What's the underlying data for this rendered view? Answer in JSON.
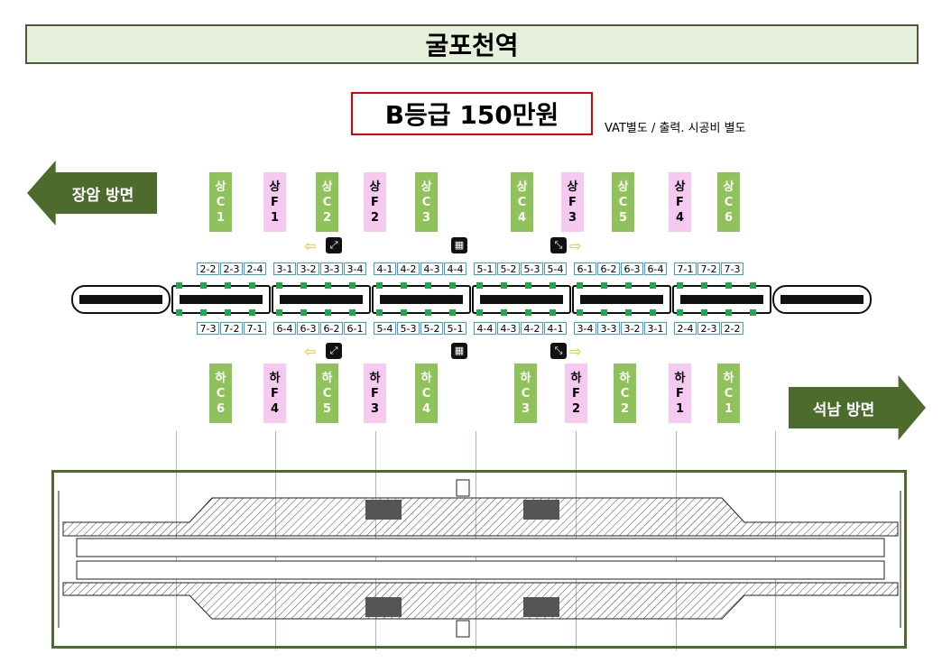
{
  "title": "굴포천역",
  "grade": "B등급 150만원",
  "grade_note": "VAT별도 / 출력. 시공비 별도",
  "direction_left": "장암 방면",
  "direction_right": "석남 방면",
  "top_ads": [
    {
      "text": [
        "상",
        "C",
        "1"
      ],
      "type": "c"
    },
    {
      "text": [
        "상",
        "F",
        "1"
      ],
      "type": "f"
    },
    {
      "text": [
        "상",
        "C",
        "2"
      ],
      "type": "c"
    },
    {
      "text": [
        "상",
        "F",
        "2"
      ],
      "type": "f"
    },
    {
      "text": [
        "상",
        "C",
        "3"
      ],
      "type": "c"
    },
    {
      "text": [
        "상",
        "C",
        "4"
      ],
      "type": "c"
    },
    {
      "text": [
        "상",
        "F",
        "3"
      ],
      "type": "f"
    },
    {
      "text": [
        "상",
        "C",
        "5"
      ],
      "type": "c"
    },
    {
      "text": [
        "상",
        "F",
        "4"
      ],
      "type": "f"
    },
    {
      "text": [
        "상",
        "C",
        "6"
      ],
      "type": "c"
    }
  ],
  "bottom_ads": [
    {
      "text": [
        "하",
        "C",
        "6"
      ],
      "type": "c"
    },
    {
      "text": [
        "하",
        "F",
        "4"
      ],
      "type": "f"
    },
    {
      "text": [
        "하",
        "C",
        "5"
      ],
      "type": "c"
    },
    {
      "text": [
        "하",
        "F",
        "3"
      ],
      "type": "f"
    },
    {
      "text": [
        "하",
        "C",
        "4"
      ],
      "type": "c"
    },
    {
      "text": [
        "하",
        "C",
        "3"
      ],
      "type": "c"
    },
    {
      "text": [
        "하",
        "F",
        "2"
      ],
      "type": "f"
    },
    {
      "text": [
        "하",
        "C",
        "2"
      ],
      "type": "c"
    },
    {
      "text": [
        "하",
        "F",
        "1"
      ],
      "type": "f"
    },
    {
      "text": [
        "하",
        "C",
        "1"
      ],
      "type": "c"
    }
  ],
  "top_doors": [
    "2-2",
    "2-3",
    "2-4",
    "3-1",
    "3-2",
    "3-3",
    "3-4",
    "4-1",
    "4-2",
    "4-3",
    "4-4",
    "5-1",
    "5-2",
    "5-3",
    "5-4",
    "6-1",
    "6-2",
    "6-3",
    "6-4",
    "7-1",
    "7-2",
    "7-3"
  ],
  "bottom_doors": [
    "7-3",
    "7-2",
    "7-1",
    "6-4",
    "6-3",
    "6-2",
    "6-1",
    "5-4",
    "5-3",
    "5-2",
    "5-1",
    "4-4",
    "4-3",
    "4-2",
    "4-1",
    "3-4",
    "3-3",
    "3-2",
    "3-1",
    "2-4",
    "2-3",
    "2-2"
  ],
  "colors": {
    "green_ad": "#8fc25a",
    "pink_ad": "#f5c9f0",
    "dir_arrow": "#4d6b2c",
    "title_bg": "#e6efd9",
    "grade_border": "#e00000",
    "door_border": "#33a4d8",
    "door_marker": "#1fa94a"
  },
  "icons": {
    "escalator": "escalator-icon",
    "elevator": "elevator-icon",
    "arrow": "yellow-arrow-icon"
  }
}
